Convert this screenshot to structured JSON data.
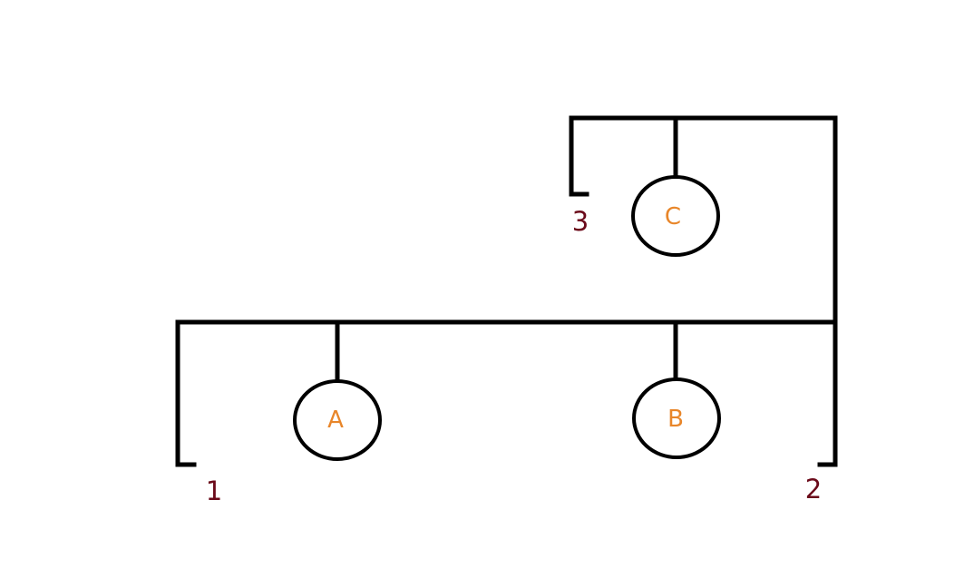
{
  "colors": {
    "line": "#000000",
    "node_label": "#E8862A",
    "terminal_label": "#6B0A1A",
    "background": "#FFFFFF"
  },
  "nodes": [
    {
      "id": "A",
      "label": "A"
    },
    {
      "id": "B",
      "label": "B"
    },
    {
      "id": "C",
      "label": "C"
    }
  ],
  "terminals": [
    {
      "id": "1",
      "label": "1"
    },
    {
      "id": "2",
      "label": "2"
    },
    {
      "id": "3",
      "label": "3"
    }
  ]
}
